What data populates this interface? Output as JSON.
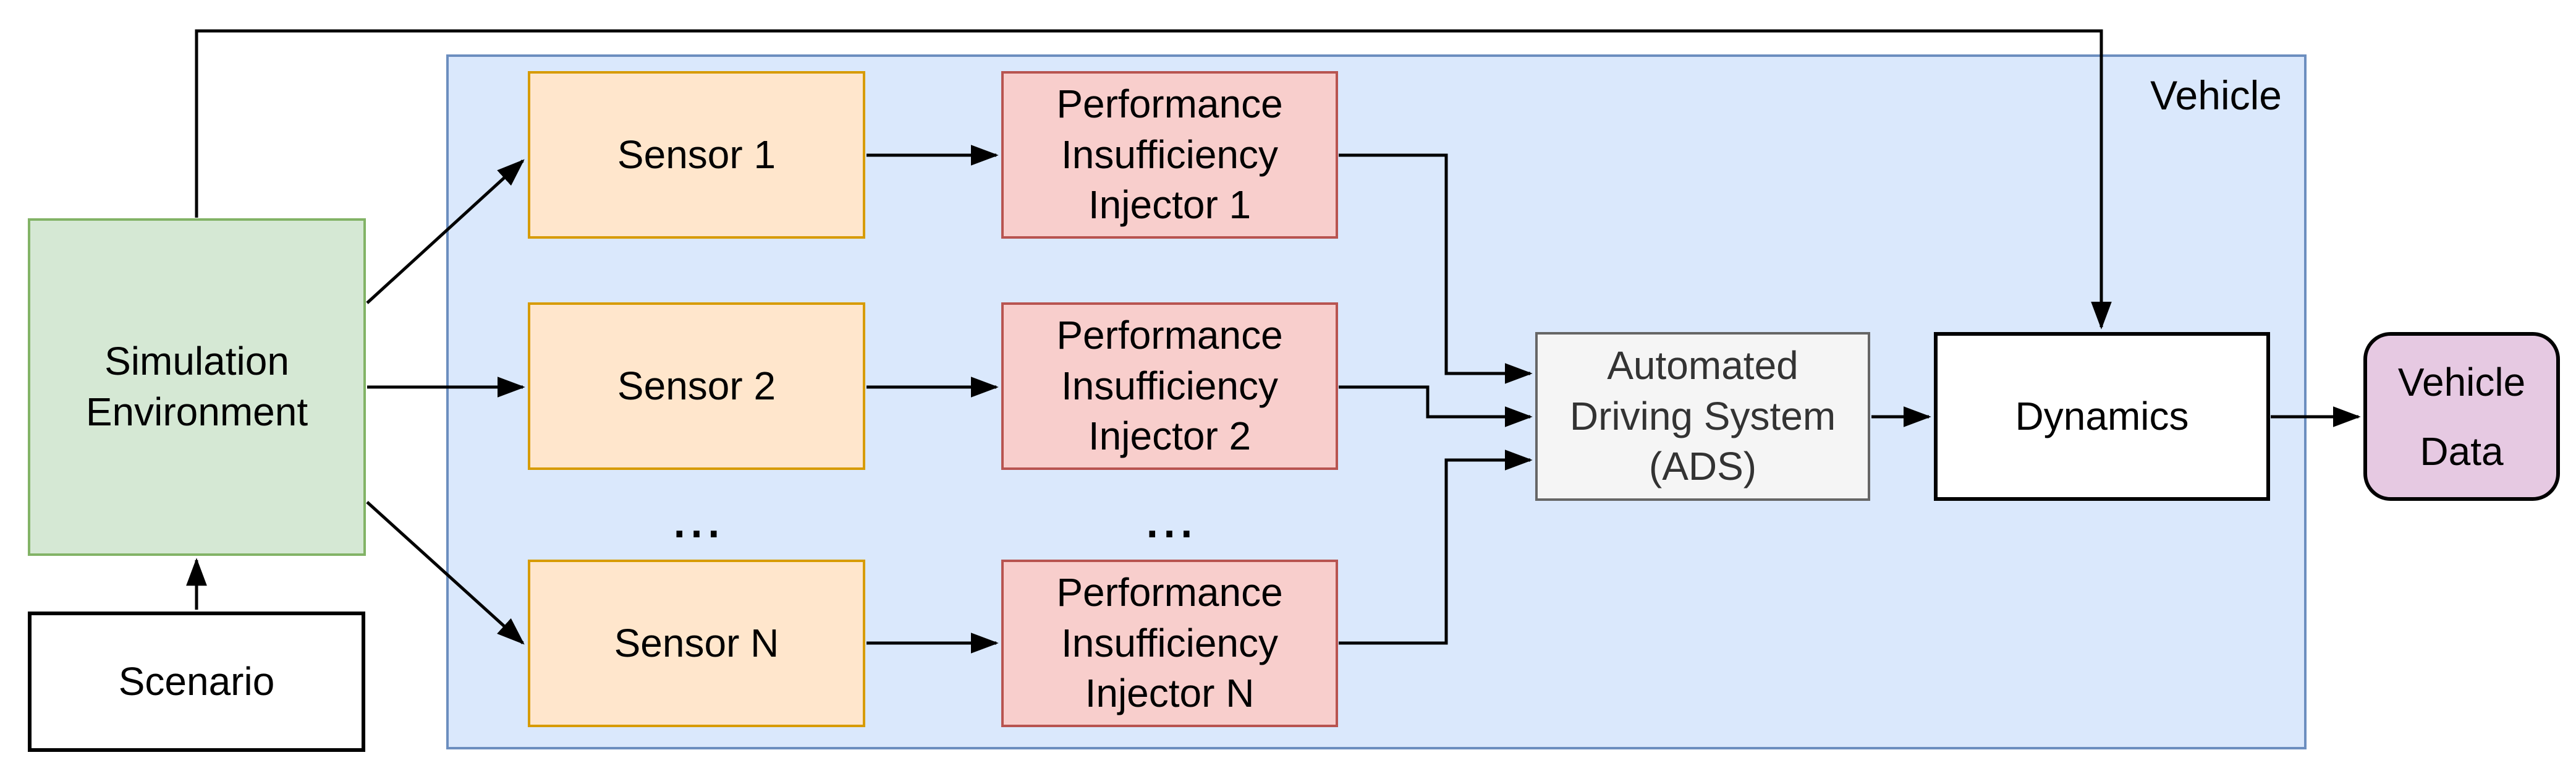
{
  "palette": {
    "green_fill": "#d5e8d4",
    "green_stroke": "#82b366",
    "orange_fill": "#ffe6cc",
    "orange_stroke": "#d79b00",
    "red_fill": "#f8cecc",
    "red_stroke": "#b85450",
    "blue_fill": "#dae8fc",
    "blue_stroke": "#6c8ebf",
    "gray_fill": "#f5f5f5",
    "gray_stroke": "#666666",
    "gray_text": "#333333",
    "purple_fill": "#e6c9e2",
    "black": "#000000",
    "line": "#000000"
  },
  "nodes": {
    "vehicle_container": {
      "label": "Vehicle"
    },
    "simulation_environment": {
      "label": "Simulation Environment"
    },
    "scenario": {
      "label": "Scenario"
    },
    "sensor_1": {
      "label": "Sensor 1"
    },
    "sensor_2": {
      "label": "Sensor 2"
    },
    "sensor_n": {
      "label": "Sensor N"
    },
    "injector_1": {
      "label": "Performance Insufficiency Injector 1"
    },
    "injector_2": {
      "label": "Performance Insufficiency Injector 2"
    },
    "injector_n": {
      "label": "Performance Insufficiency Injector N"
    },
    "ads": {
      "label": "Automated Driving System (ADS)"
    },
    "dynamics": {
      "label": "Dynamics"
    },
    "vehicle_data": {
      "label": "Vehicle Data"
    },
    "sensors_ellipsis": {
      "label": "..."
    },
    "injectors_ellipsis": {
      "label": "..."
    }
  },
  "connectors": [
    {
      "name": "scenario-to-simulation-environment",
      "from": "scenario",
      "to": "simulation_environment"
    },
    {
      "name": "simulation-environment-to-sensor-1",
      "from": "simulation_environment",
      "to": "sensor_1"
    },
    {
      "name": "simulation-environment-to-sensor-2",
      "from": "simulation_environment",
      "to": "sensor_2"
    },
    {
      "name": "simulation-environment-to-sensor-n",
      "from": "simulation_environment",
      "to": "sensor_n"
    },
    {
      "name": "sensor-1-to-injector-1",
      "from": "sensor_1",
      "to": "injector_1"
    },
    {
      "name": "sensor-2-to-injector-2",
      "from": "sensor_2",
      "to": "injector_2"
    },
    {
      "name": "sensor-n-to-injector-n",
      "from": "sensor_n",
      "to": "injector_n"
    },
    {
      "name": "injector-1-to-ads",
      "from": "injector_1",
      "to": "ads"
    },
    {
      "name": "injector-2-to-ads",
      "from": "injector_2",
      "to": "ads"
    },
    {
      "name": "injector-n-to-ads",
      "from": "injector_n",
      "to": "ads"
    },
    {
      "name": "ads-to-dynamics",
      "from": "ads",
      "to": "dynamics"
    },
    {
      "name": "dynamics-to-vehicle-data",
      "from": "dynamics",
      "to": "vehicle_data"
    },
    {
      "name": "simulation-environment-to-dynamics-top-route",
      "from": "simulation_environment",
      "to": "dynamics"
    }
  ]
}
